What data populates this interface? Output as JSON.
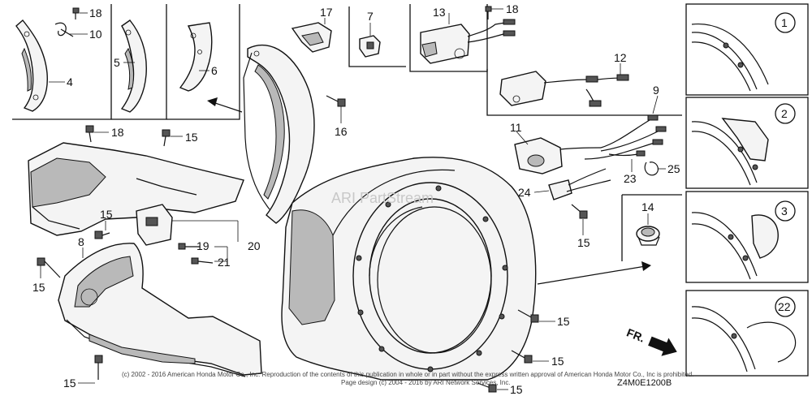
{
  "labels": {
    "p1": "1",
    "p2": "2",
    "p3": "3",
    "p4": "4",
    "p5": "5",
    "p6": "6",
    "p7": "7",
    "p8": "8",
    "p9": "9",
    "p10": "10",
    "p11": "11",
    "p12": "12",
    "p13": "13",
    "p14": "14",
    "p15": "15",
    "p16": "16",
    "p17": "17",
    "p18": "18",
    "p19": "19",
    "p20": "20",
    "p21": "21",
    "p22": "22",
    "p23": "23",
    "p24": "24",
    "p25": "25"
  },
  "watermark": "ARI PartStream",
  "copyright": "(c) 2002 - 2016 American Honda Motor Co., Inc. Reproduction of the contents of this publication in whole or in part without the express written approval of American Honda Motor Co., Inc is prohibited.",
  "page_design": "Page design (c) 2004 - 2016 by ARI Network Services, Inc.",
  "diagram_code": "Z4M0E1200B",
  "direction_marker": "FR."
}
